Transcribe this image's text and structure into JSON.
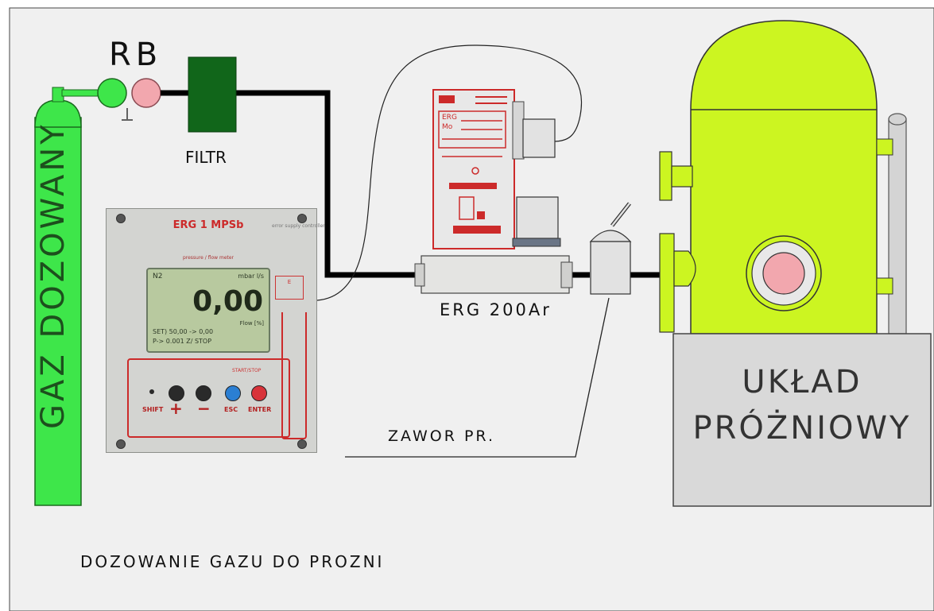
{
  "labels": {
    "gas_cylinder": "GAZ DOZOWANY",
    "regulator": "RB",
    "filter": "FILTR",
    "flow_controller": "ERG 200Ar",
    "valve": "ZAWOR PR.",
    "vacuum_chamber_line1": "UKŁAD",
    "vacuum_chamber_line2": "PRÓŻNIOWY",
    "caption": "DOZOWANIE GAZU DO PROZNI"
  },
  "controller": {
    "model": "ERG 1 MPSb",
    "subtitle": "error supply controller",
    "subtitle2": "pressure / flow meter",
    "display": {
      "gas": "N2",
      "unit": "mbar l/s",
      "value": "0,00",
      "row1": "Flow [%]",
      "row2": "SET) 50,00 ->  0,00",
      "row3": "P-> 0.001     Z/ STOP"
    },
    "startstop_label": "START/STOP",
    "logo_text": "E",
    "keys": {
      "shift": "SHIFT",
      "plus": "+",
      "minus": "−",
      "esc": "ESC",
      "enter": "ENTER"
    }
  },
  "mfc_plate": {
    "line1": "ERG",
    "line2": "Mo"
  },
  "colors": {
    "cylinder": "#3ee64a",
    "chamber": "#ccf521",
    "chamber_base": "#d9d9d9",
    "valve_green": "#3ee64a",
    "valve_pink": "#f2a7ae",
    "filter": "#11661a",
    "pipe": "#000000",
    "accent_red": "#cc2a2a",
    "background": "#f0f0f0"
  }
}
